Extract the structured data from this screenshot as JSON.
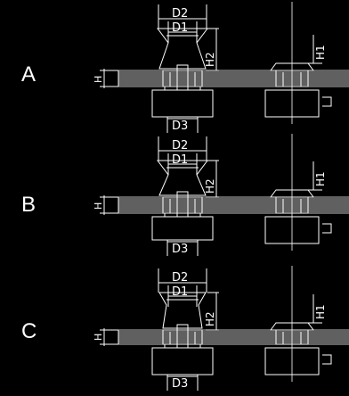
{
  "variants": [
    {
      "letter": "A",
      "labels": {
        "d2": "D2",
        "d1": "D1",
        "d3": "D3",
        "h": "H",
        "h1": "H1",
        "h2": "H2"
      }
    },
    {
      "letter": "B",
      "labels": {
        "d2": "D2",
        "d1": "D1",
        "d3": "D3",
        "h": "H",
        "h1": "H1",
        "h2": "H2"
      }
    },
    {
      "letter": "C",
      "labels": {
        "d2": "D2",
        "d1": "D1",
        "d3": "D3",
        "h": "H",
        "h1": "H1",
        "h2": "H2"
      }
    }
  ],
  "colors": {
    "background": "#000000",
    "line": "#ffffff"
  }
}
